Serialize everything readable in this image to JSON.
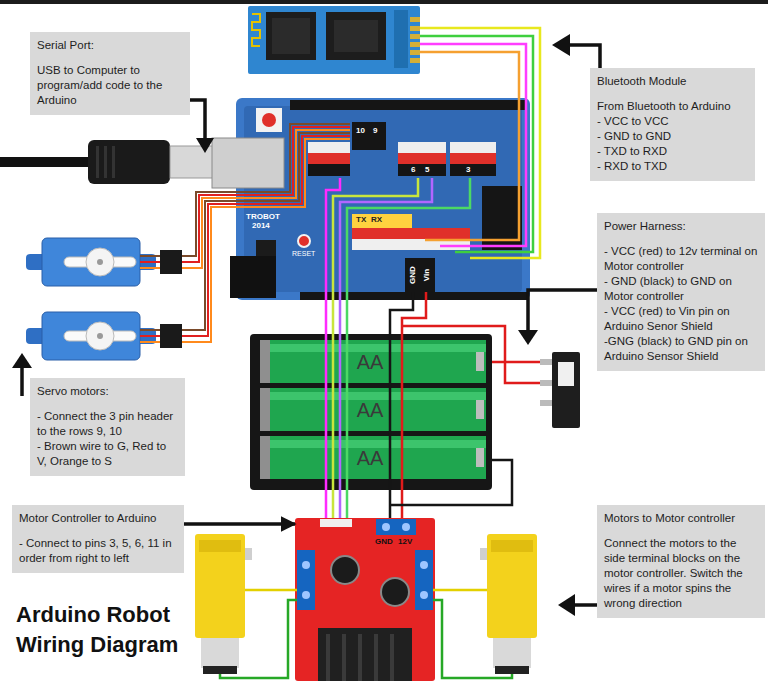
{
  "diagram": {
    "title": "Arduino Robot Wiring Diagram",
    "nodes": [
      {
        "text": [
          "Serial Port:",
          "USB to Computer to program/add code to the Arduino"
        ]
      },
      {
        "text": [
          "Bluetooth Module",
          "From Bluetooth to Arduino",
          "- VCC to VCC",
          "- GND to GND",
          "- TXD to RXD",
          "- RXD to TXD"
        ]
      },
      {
        "text": [
          "Power Harness:",
          "- VCC (red) to 12v terminal on Motor controller",
          "- GND (black) to GND on Motor controller",
          "- VCC (red) to Vin pin on Arduino Senor Shield",
          "-GNG (black) to GND pin on Arduino Sensor Shield"
        ]
      },
      {
        "text": [
          "Servo motors:",
          "- Connect the 3 pin header to the rows 9, 10",
          "- Brown wire to G, Red to V, Orange to S"
        ]
      },
      {
        "text": [
          "Motor Controller to Arduino",
          "- Connect to pins 3, 5, 6, 11 in order from right to left"
        ]
      },
      {
        "text": [
          "Motors to Motor controller",
          "Connect the motors to the side terminal blocks on the motor controller. Switch the wires if a motor spins the wrong direction"
        ]
      },
      {
        "text": [
          "GND",
          "12V"
        ]
      }
    ],
    "edges": [
      {
        "from": 4,
        "to": 6,
        "arrow": "to"
      }
    ],
    "labels": [
      "TROBOT",
      "2014",
      "RESET",
      "10",
      "9",
      "6",
      "5",
      "3",
      "TX",
      "RX",
      "GND",
      "Vin",
      "AA",
      "AA",
      "AA"
    ]
  }
}
